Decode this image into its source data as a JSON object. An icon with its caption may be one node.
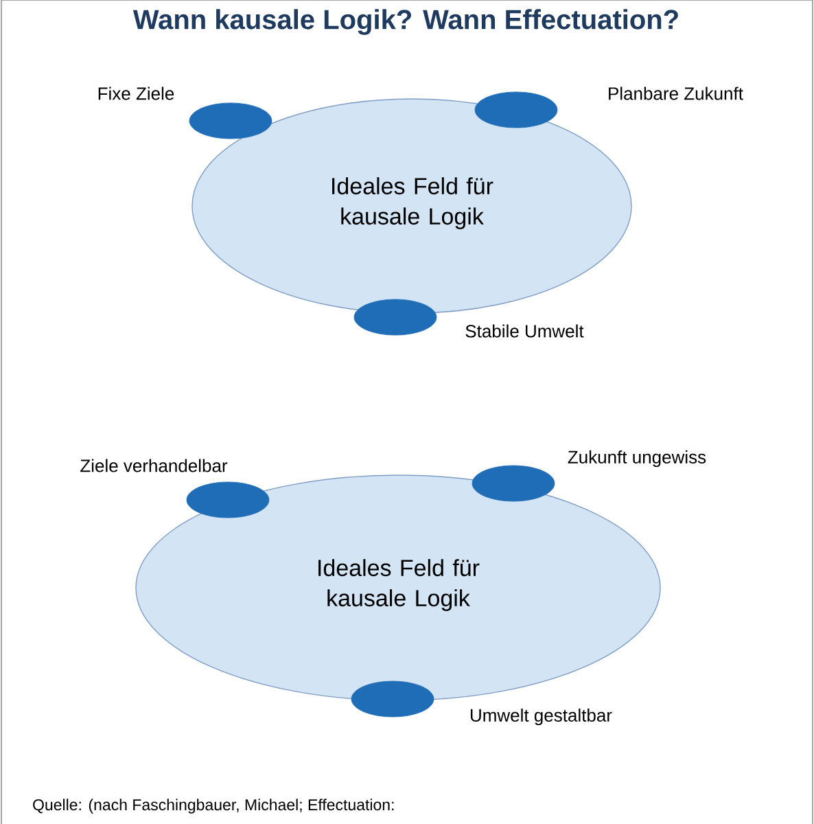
{
  "diagram": {
    "title": "Wann kausale Logik? Wann Effectuation?",
    "nodes": [
      {
        "text": [
          "Ideales Feld für kausale Logik"
        ]
      },
      {
        "text": [],
        "shape": "ellipse"
      },
      {
        "text": [],
        "shape": "ellipse"
      },
      {
        "text": [],
        "shape": "ellipse"
      },
      {
        "text": [
          "Ideales Feld für kausale Logik"
        ]
      },
      {
        "text": [],
        "shape": "ellipse"
      },
      {
        "text": [],
        "shape": "ellipse"
      },
      {
        "text": [],
        "shape": "ellipse"
      }
    ],
    "labels": [
      "Fixe Ziele",
      "Planbare Zukunft",
      "Stabile Umwelt",
      "Ziele verhandelbar",
      "Zukunft ungewiss",
      "Umwelt gestaltbar"
    ],
    "caption": "Quelle: (nach Faschingbauer, Michael; Effectuation:"
  }
}
